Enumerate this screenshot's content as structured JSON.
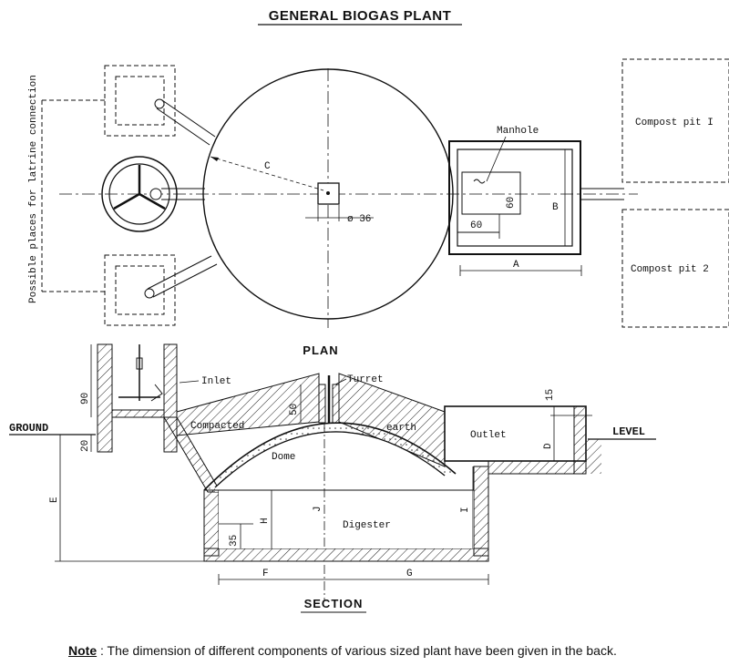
{
  "title": "GENERAL BIOGAS PLANT",
  "plan": {
    "heading": "PLAN",
    "manhole": "Manhole",
    "compost_pit_1": "Compost pit I",
    "compost_pit_2": "Compost pit 2",
    "latrine_note": "Possible places for latrine connection",
    "dim_c": "C",
    "dim_diameter": "ø 36",
    "dim_a": "A",
    "dim_b": "B",
    "dim_60_v": "60",
    "dim_60_h": "60"
  },
  "section": {
    "heading": "SECTION",
    "inlet": "Inlet",
    "turret": "Turret",
    "ground": "GROUND",
    "level": "LEVEL",
    "compacted": "Compacted",
    "earth": "earth",
    "dome": "Dome",
    "outlet": "Outlet",
    "digester": "Digester",
    "dim_90": "90",
    "dim_20": "20",
    "dim_50": "50",
    "dim_15": "15",
    "dim_d": "D",
    "dim_e": "E",
    "dim_h": "H",
    "dim_j": "J",
    "dim_i": "I",
    "dim_35": "35",
    "dim_f": "F",
    "dim_g": "G"
  },
  "note": {
    "label": "Note",
    "text": " : The dimension of different components of various sized plant have been given in the back."
  }
}
